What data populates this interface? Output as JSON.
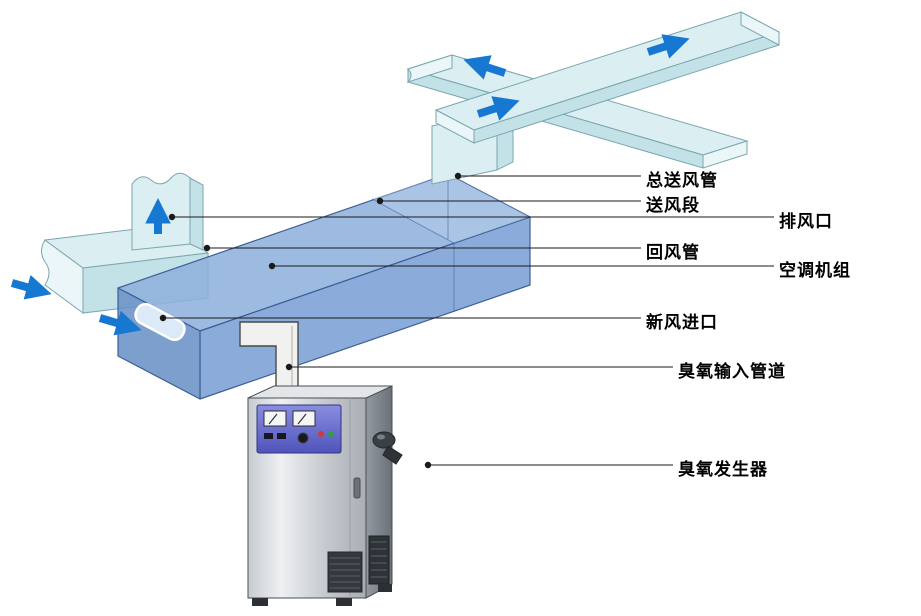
{
  "labels": [
    {
      "id": "main-supply-duct",
      "text": "总送风管"
    },
    {
      "id": "supply-section",
      "text": "送风段"
    },
    {
      "id": "exhaust-outlet",
      "text": "排风口"
    },
    {
      "id": "return-air-duct",
      "text": "回风管"
    },
    {
      "id": "air-conditioning-unit",
      "text": "空调机组"
    },
    {
      "id": "fresh-air-inlet",
      "text": "新风进口"
    },
    {
      "id": "ozone-input-pipe",
      "text": "臭氧输入管道"
    },
    {
      "id": "ozone-generator",
      "text": "臭氧发生器"
    }
  ],
  "icons": [
    {
      "name": "airflow-arrow",
      "meaning": "direction of air flow",
      "count": 6
    }
  ],
  "colors": {
    "bg": "#ffffff",
    "arrow_blue": "#1778d2",
    "duct_light": "#dbeef1",
    "duct_mid": "#c2e2e8",
    "duct_cap": "#eaf6f8",
    "duct_edge": "#7aa6b0",
    "box_top": "#8fb0dc",
    "box_front": "#7aa0d4",
    "box_side": "#6a91c7",
    "box_edge": "#3d5f96",
    "panel_purple": "#5d61c4",
    "leader": "#1a1a1a",
    "label_text": "#000000"
  }
}
